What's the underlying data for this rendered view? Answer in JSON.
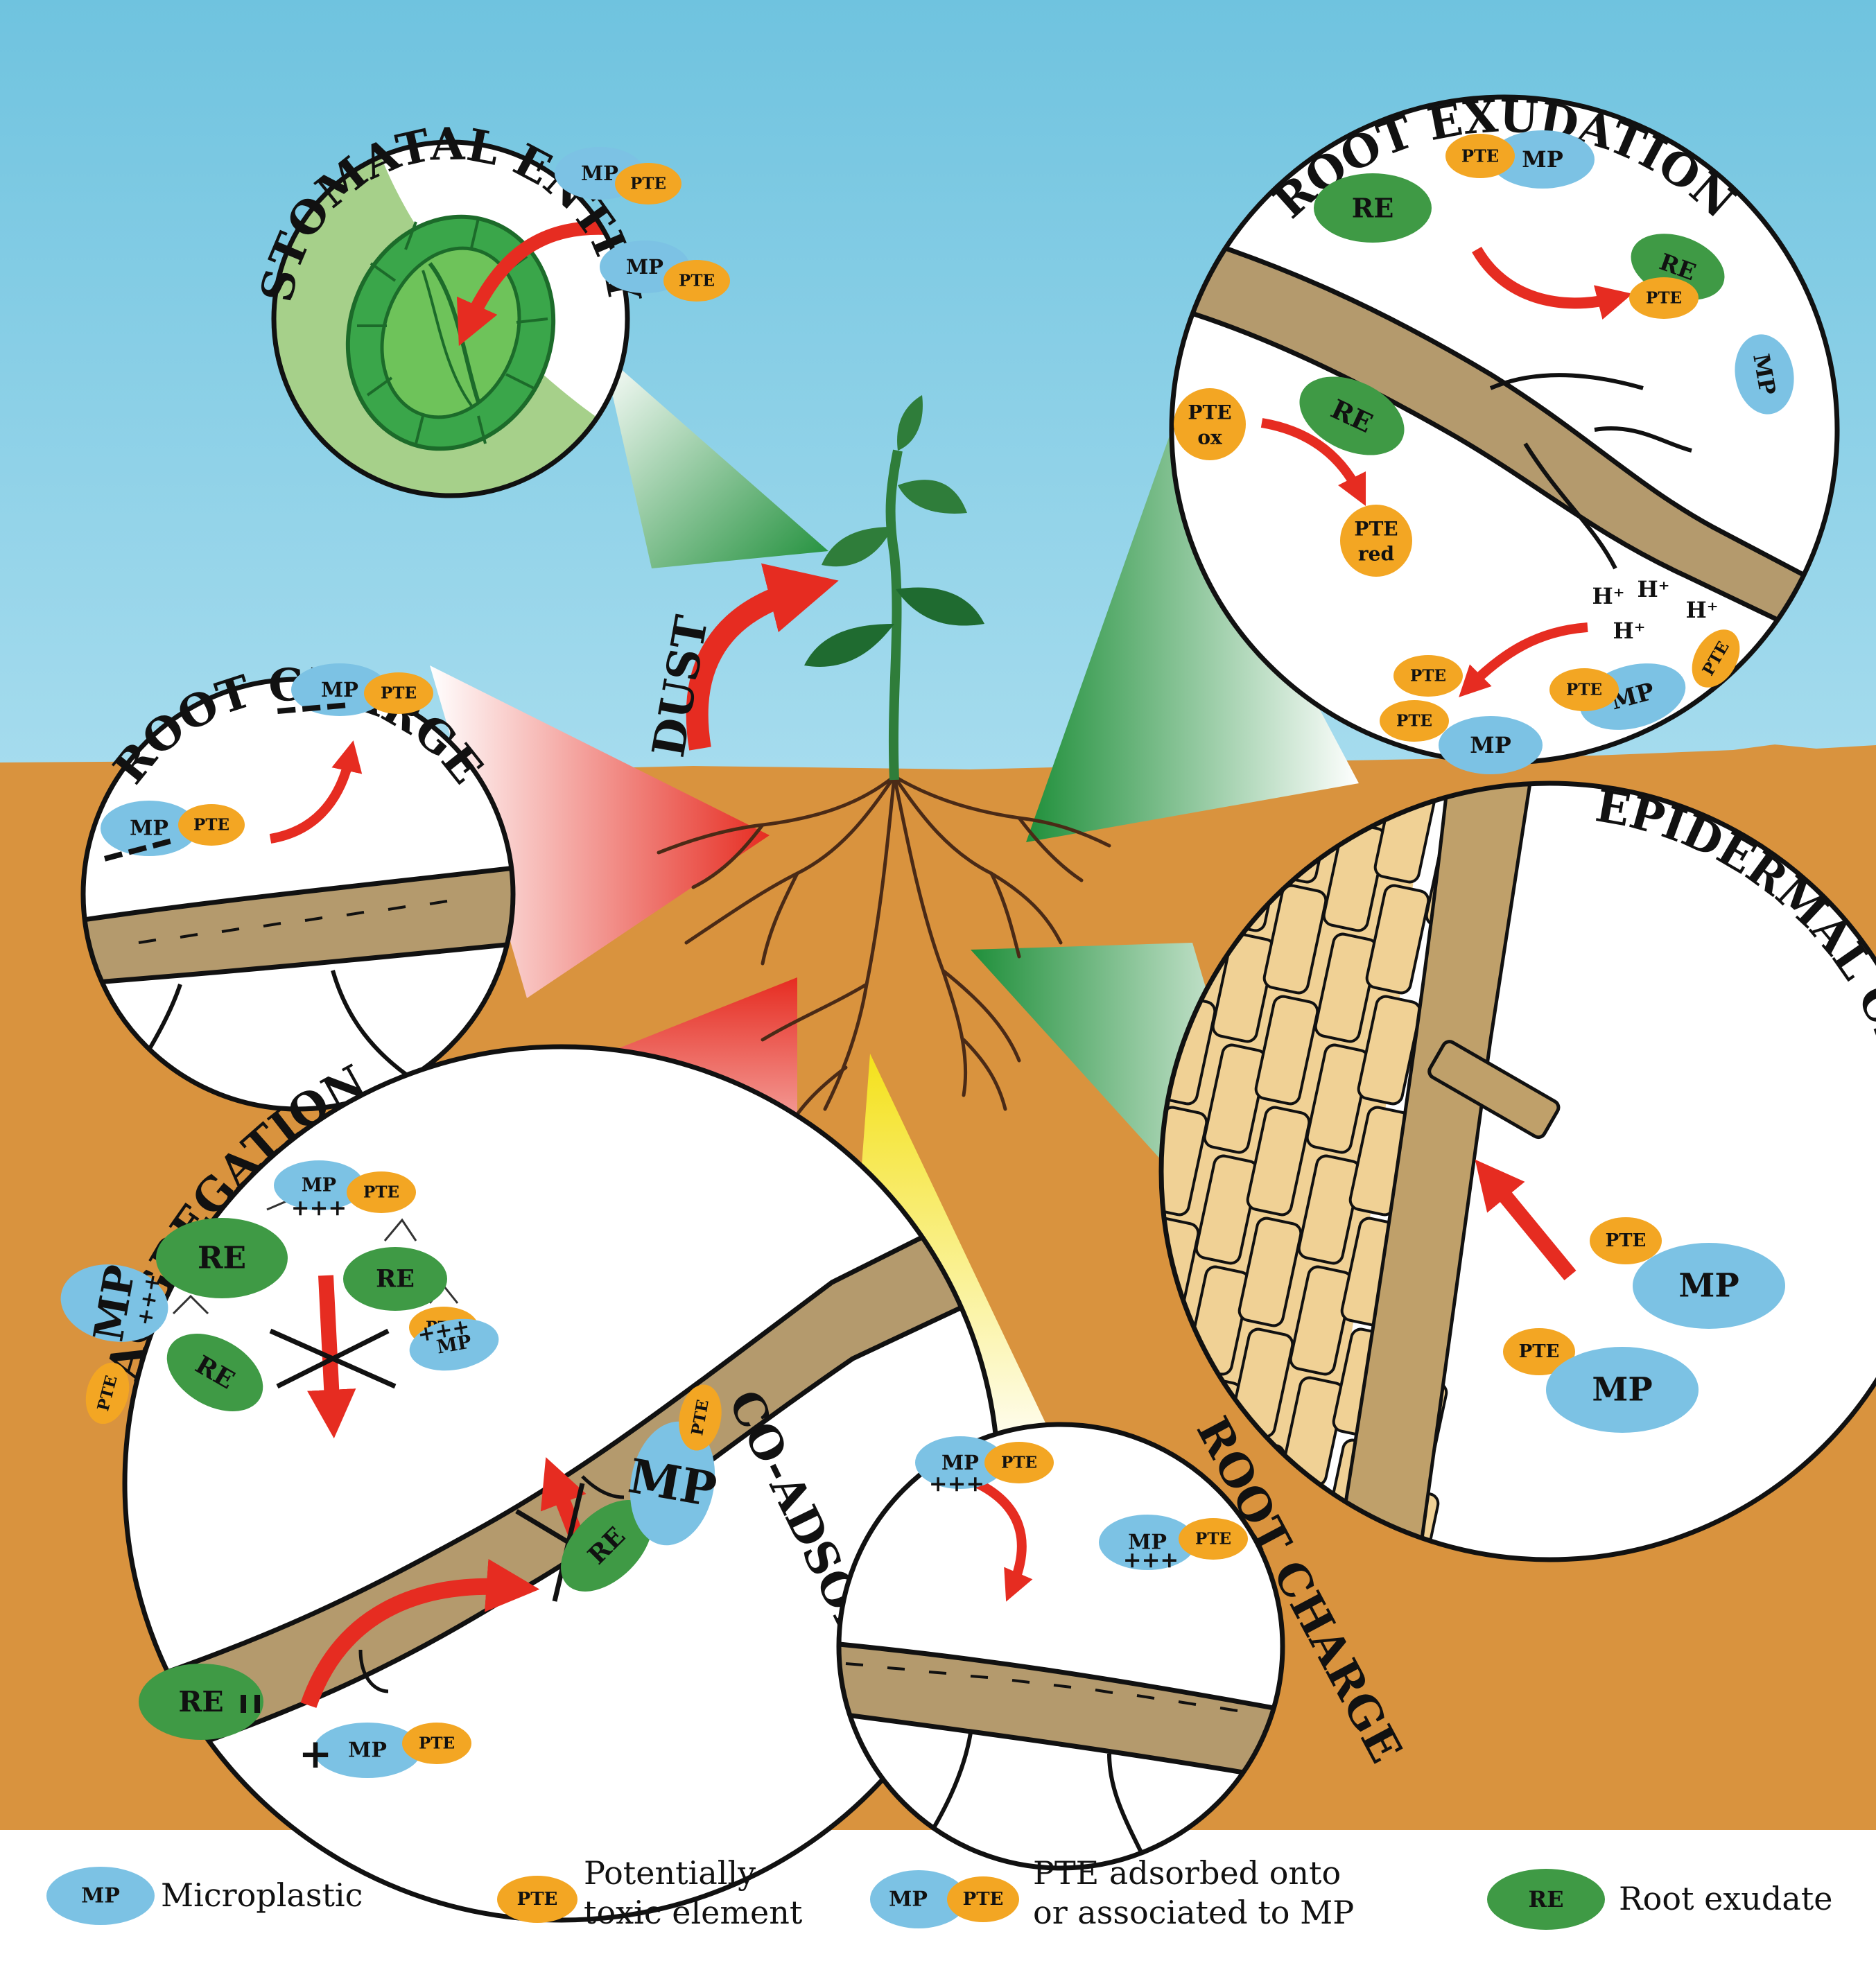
{
  "titles": {
    "stomatal_entry": "STOMATAL ENTRY",
    "root_exudation": "ROOT EXUDATION",
    "root_charge_top": "ROOT CHARGE",
    "dust": "DUST",
    "epidermal_cracks": "EPIDERMAL CRACKS",
    "aggregation": "AGGREGATION",
    "co_adsorption": "CO-ADSORPTION",
    "root_charge_bottom": "ROOT CHARGE"
  },
  "tokens": {
    "mp": "MP",
    "pte": "PTE",
    "re": "RE",
    "pte_ox_1": "PTE",
    "pte_ox_2": "ox",
    "pte_red_1": "PTE",
    "pte_red_2": "red",
    "h_plus": "H⁺",
    "plus_signs": "+++",
    "minus_signs": "=",
    "plus_single": "+"
  },
  "legend": {
    "microplastic": "Microplastic",
    "pte_line1": "Potentially",
    "pte_line2": "toxic element",
    "assoc_line1": "PTE adsorbed onto",
    "assoc_line2": "or associated to MP",
    "root_exudate": "Root exudate"
  },
  "colors": {
    "sky": "#74c5e0",
    "soil": "#d9933e",
    "mp_blue": "#7cc2e4",
    "pte_orange": "#f3a623",
    "re_green": "#3f9a45",
    "arrow_red": "#e62c21",
    "root_tan": "#b49a6d",
    "cell_light": "#f0d195",
    "cell_dark": "#bfa06a",
    "leaf_green": "#2f7d3a"
  }
}
